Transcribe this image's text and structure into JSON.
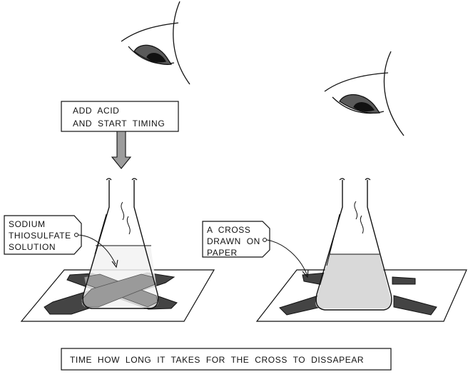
{
  "labels": {
    "add_acid_line1": "ADD  ACID",
    "add_acid_line2": "AND  START  TIMING",
    "sodium_line1": "SODIUM",
    "sodium_line2": "THIOSULFATE",
    "sodium_line3": "SOLUTION",
    "cross_line1": "A  CROSS",
    "cross_line2": "DRAWN  ON",
    "cross_line3": "PAPER",
    "caption": "TIME  HOW  LONG  IT  TAKES  FOR  THE  CROSS  TO  DISSAPEAR"
  },
  "colors": {
    "outline": "#111111",
    "cross": "#444444",
    "cross_seen_through_liquid": "#9a9a9a",
    "clear_liquid": "#f2f2f2",
    "cloudy_liquid": "#d9d9d9",
    "arrow_fill": "#9c9c9c",
    "iris": "#5a5a5a"
  },
  "icons": [
    "eye-icon",
    "conical-flask-icon",
    "down-arrow-icon",
    "cross-icon"
  ]
}
